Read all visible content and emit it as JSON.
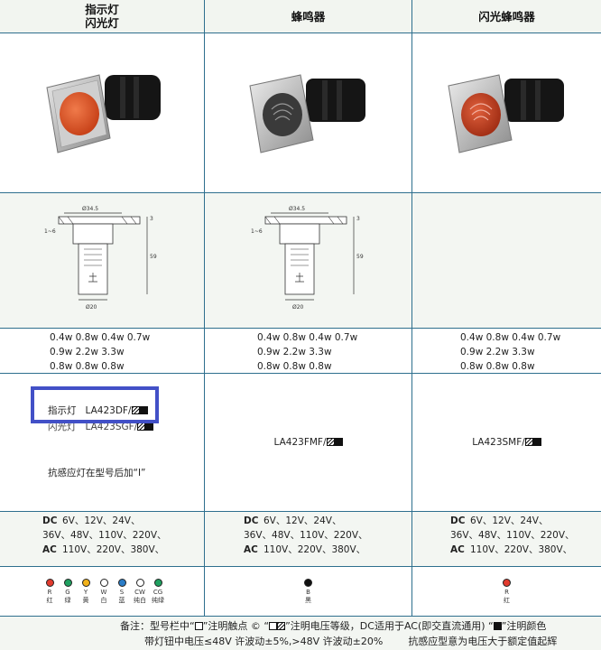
{
  "header": {
    "col1_line1": "指示灯",
    "col1_line2": "闪光灯",
    "col2": "蜂鸣器",
    "col3": "闪光蜂鸣器"
  },
  "power": {
    "col1": [
      "0.4w  0.8w  0.4w  0.7w",
      "0.9w  2.2w  3.3w",
      "0.8w  0.8w  0.8w"
    ],
    "col2": [
      "0.4w  0.8w  0.4w  0.7w",
      "0.9w  2.2w  3.3w",
      "0.8w  0.8w  0.8w"
    ],
    "col3": [
      "0.4w  0.8w  0.4w  0.7w",
      "0.9w  2.2w  3.3w",
      "0.8w  0.8w  0.8w"
    ]
  },
  "models": {
    "indicator_label": "指示灯",
    "indicator_model": "LA423DF/",
    "flash_label": "闪光灯",
    "flash_model": "LA423SGF/",
    "induction_note": "抗感应灯在型号后加“I”",
    "buzzer_model": "LA423FMF/",
    "flash_buzzer_model": "LA423SMF/"
  },
  "voltage": {
    "dc_label": "DC",
    "dc_line1": "6V、12V、24V、",
    "dc_line2": "36V、48V、110V、220V、",
    "ac_label": "AC",
    "ac_line": "110V、220V、380V、"
  },
  "colors": {
    "col1": [
      {
        "code": "R",
        "name": "红",
        "hex": "#e23b2e"
      },
      {
        "code": "G",
        "name": "绿",
        "hex": "#1fa060"
      },
      {
        "code": "Y",
        "name": "黄",
        "hex": "#f2b21a"
      },
      {
        "code": "W",
        "name": "白",
        "hex": "#ffffff"
      },
      {
        "code": "S",
        "name": "蓝",
        "hex": "#2a7cc7"
      },
      {
        "code": "CW",
        "name": "纯白",
        "hex": "#ffffff"
      },
      {
        "code": "CG",
        "name": "纯绿",
        "hex": "#1fa060"
      }
    ],
    "col2": [
      {
        "code": "B",
        "name": "黑",
        "hex": "#111111"
      }
    ],
    "col3": [
      {
        "code": "R",
        "name": "红",
        "hex": "#e23b2e"
      }
    ]
  },
  "drawing": {
    "dim_diameter_top": "Ø34.5",
    "dim_diameter_bottom": "Ø20",
    "dim_height": "59",
    "dim_flange": "3",
    "dim_panel": "1~6"
  },
  "note": {
    "prefix": "备注：型号栏中“",
    "part1": "”注明触点 © “",
    "part2": "”注明电压等级，DC适用于AC(即交直流通用) “",
    "part3": "”注明颜色",
    "line2a": "带灯钮中电压≤48V 许波动±5%,>48V 许波动±20%",
    "line2b": "抗感应型意为电压大于额定值起辉"
  },
  "accent": {
    "border": "#2e6f8e",
    "highlight": "#4250c7",
    "lamp_red": "#e8522b"
  }
}
